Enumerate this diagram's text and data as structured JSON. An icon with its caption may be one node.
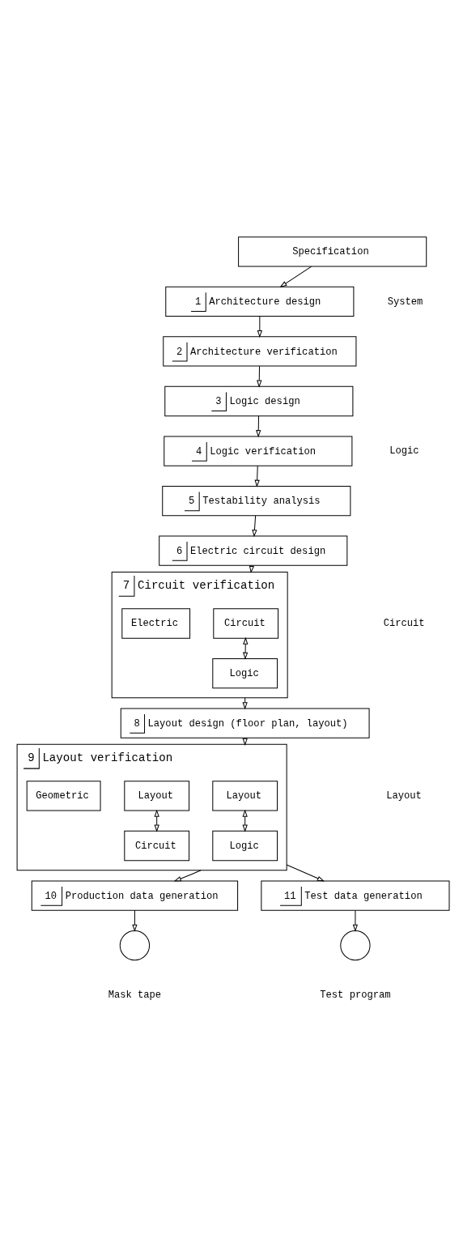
{
  "diagram": {
    "nodes": [
      {
        "text": [
          "Specification"
        ]
      },
      {
        "text": [
          "1",
          "Architecture design"
        ]
      },
      {
        "text": [
          "2",
          "Architecture verification"
        ]
      },
      {
        "text": [
          "3",
          "Logic design"
        ]
      },
      {
        "text": [
          "4",
          "Logic verification"
        ]
      },
      {
        "text": [
          "5",
          "Testability analysis"
        ]
      },
      {
        "text": [
          "6",
          "Electric circuit design"
        ]
      },
      {
        "text": [
          "7",
          "Circuit verification"
        ]
      },
      {
        "text": [
          "Circuit"
        ],
        "in": 7
      },
      {
        "text": [
          "Logic"
        ],
        "in": 7
      },
      {
        "text": [
          "Electric"
        ],
        "in": 7
      },
      {
        "text": [
          "8",
          "Layout design (floor plan, layout)"
        ]
      },
      {
        "text": [
          "9",
          "Layout verification"
        ]
      },
      {
        "text": [
          "Layout"
        ],
        "in": 12
      },
      {
        "text": [
          "Logic"
        ],
        "in": 12
      },
      {
        "text": [
          "Layout"
        ],
        "in": 12
      },
      {
        "text": [
          "Circuit"
        ],
        "in": 12
      },
      {
        "text": [
          "Geometric"
        ],
        "in": 12
      },
      {
        "text": [
          "10",
          "Production data generation"
        ]
      },
      {
        "text": [
          "11",
          "Test data generation"
        ]
      },
      {
        "text": [],
        "shape": "circle",
        "beside": [
          "Mask tape"
        ]
      },
      {
        "text": [],
        "shape": "circle",
        "beside": [
          "Test program"
        ]
      }
    ],
    "edges": [
      {
        "from": 0,
        "to": 1,
        "arrow": "to"
      },
      {
        "from": 1,
        "to": 2,
        "arrow": "to"
      },
      {
        "from": 2,
        "to": 3,
        "arrow": "to"
      },
      {
        "from": 3,
        "to": 4,
        "arrow": "to"
      },
      {
        "from": 4,
        "to": 5,
        "arrow": "to"
      },
      {
        "from": 5,
        "to": 6,
        "arrow": "to"
      },
      {
        "from": 6,
        "to": 7,
        "arrow": "to"
      },
      {
        "from": 8,
        "to": 9,
        "arrow": "both"
      },
      {
        "from": 7,
        "to": 11,
        "arrow": "to"
      },
      {
        "from": 11,
        "to": 12,
        "arrow": "to"
      },
      {
        "from": 13,
        "to": 14,
        "arrow": "both"
      },
      {
        "from": 15,
        "to": 16,
        "arrow": "both"
      },
      {
        "from": 12,
        "to": 18,
        "arrow": "to"
      },
      {
        "from": 12,
        "to": 19,
        "arrow": "to"
      },
      {
        "from": 18,
        "to": 20,
        "arrow": "to"
      },
      {
        "from": 19,
        "to": 21,
        "arrow": "to"
      }
    ],
    "labels": [
      "System",
      "Logic",
      "Circuit",
      "Layout"
    ]
  }
}
